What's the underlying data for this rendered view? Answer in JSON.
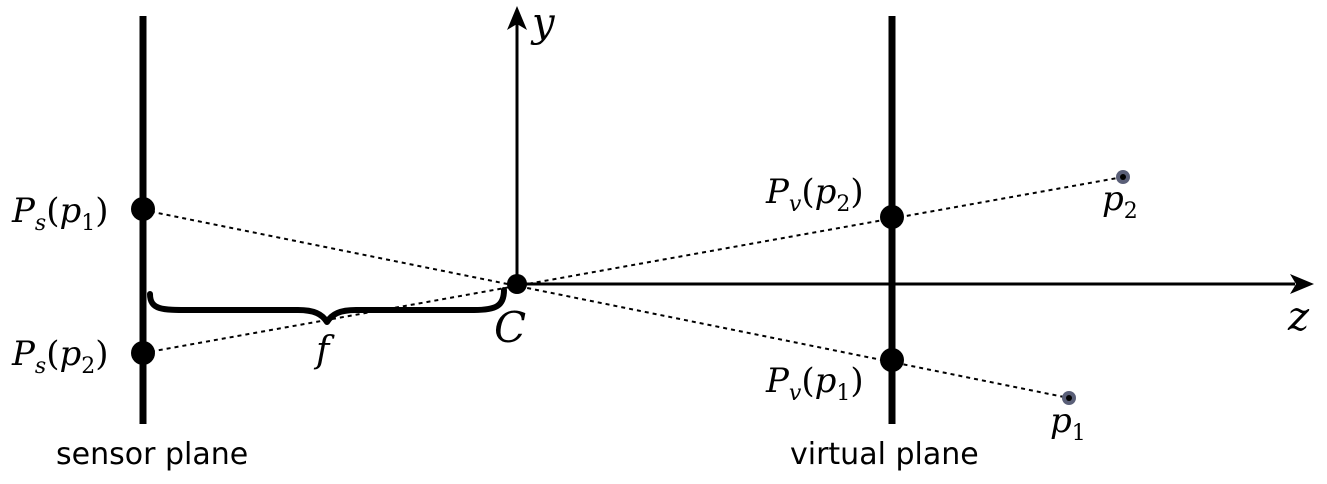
{
  "axes": {
    "y_label": "y",
    "z_label": "z"
  },
  "center_label": "C",
  "focal_label": "f",
  "planes": {
    "sensor": "sensor plane",
    "virtual": "virtual plane"
  },
  "projections": {
    "sensor_p1": {
      "base": "P",
      "sub": "s",
      "arg": "p",
      "argsub": "1"
    },
    "sensor_p2": {
      "base": "P",
      "sub": "s",
      "arg": "p",
      "argsub": "2"
    },
    "virtual_p2": {
      "base": "P",
      "sub": "v",
      "arg": "p",
      "argsub": "2"
    },
    "virtual_p1": {
      "base": "P",
      "sub": "v",
      "arg": "p",
      "argsub": "1"
    }
  },
  "points": {
    "p1": {
      "base": "p",
      "sub": "1"
    },
    "p2": {
      "base": "p",
      "sub": "2"
    }
  },
  "colors": {
    "ink": "#000000",
    "point_ring": "#5a5f78"
  }
}
